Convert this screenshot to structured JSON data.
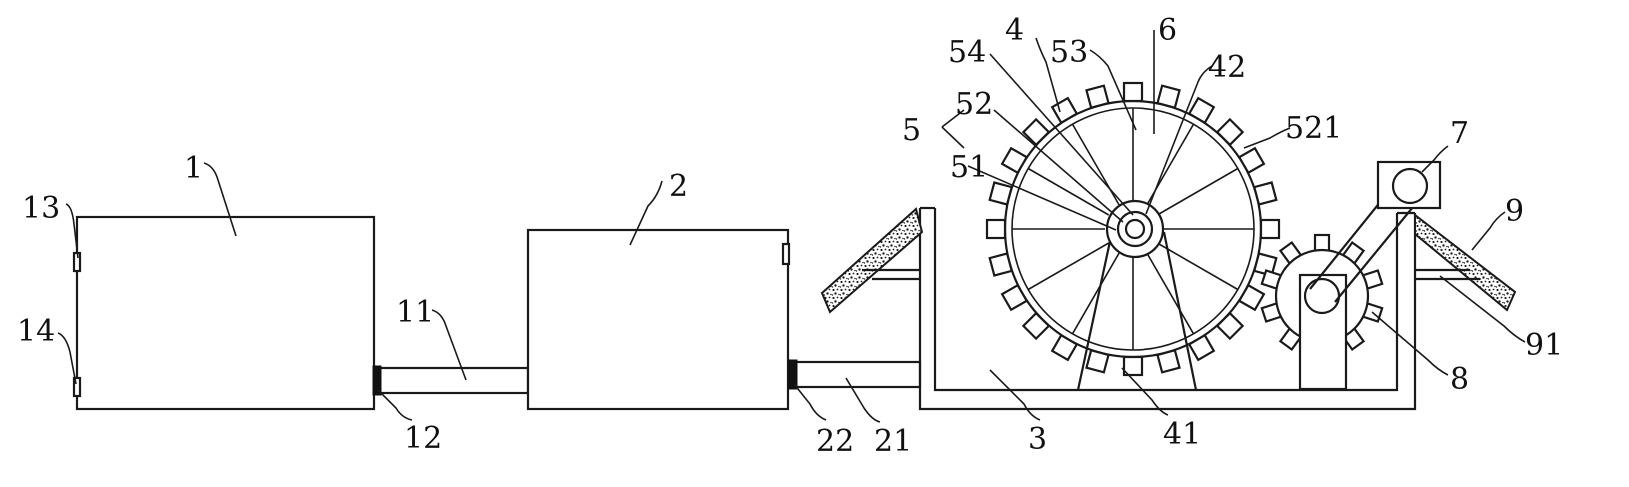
{
  "labels": {
    "l1": "1",
    "l2": "2",
    "l3": "3",
    "l4": "4",
    "l5": "5",
    "l6": "6",
    "l7": "7",
    "l8": "8",
    "l9": "9",
    "l11": "11",
    "l12": "12",
    "l13": "13",
    "l14": "14",
    "l21": "21",
    "l22": "22",
    "l41": "41",
    "l42": "42",
    "l51": "51",
    "l52": "52",
    "l53": "53",
    "l54": "54",
    "l91": "91",
    "l521": "521"
  }
}
